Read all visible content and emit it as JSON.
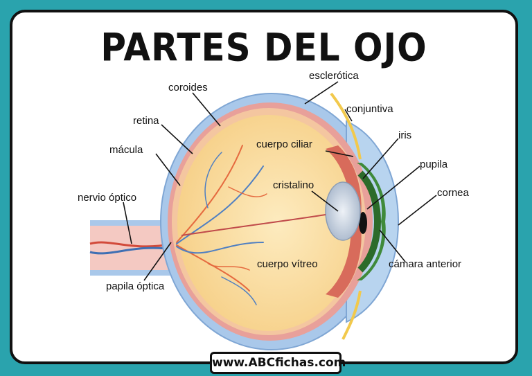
{
  "title": "PARTES DEL OJO",
  "labels": {
    "coroides": "coroides",
    "esclerotica": "esclerótica",
    "conjuntiva": "conjuntiva",
    "retina": "retina",
    "cuerpo_ciliar": "cuerpo ciliar",
    "iris": "iris",
    "macula": "mácula",
    "pupila": "pupila",
    "cristalino": "cristalino",
    "cornea": "cornea",
    "nervio_optico": "nervio óptico",
    "cuerpo_vitreo": "cuerpo vítreo",
    "camara_anterior": "cámara anterior",
    "papila_optica": "papila óptica"
  },
  "footer": "www.ABCfichas.com",
  "colors": {
    "background": "#2aa3ad",
    "sclera": "#a9c8ea",
    "choroid": "#e8a09a",
    "vitreous": "#fbe0a6",
    "iris": "#3f8a3a",
    "lens": "#c9d6e6"
  }
}
